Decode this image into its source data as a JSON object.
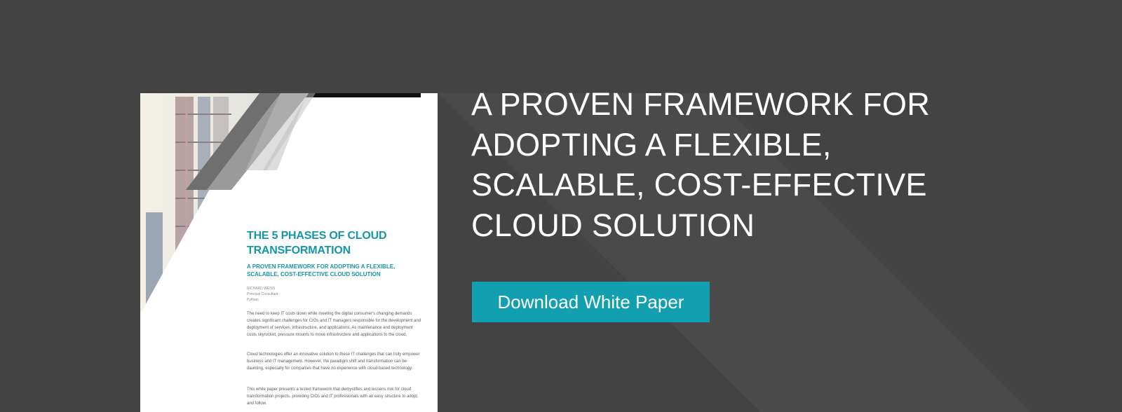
{
  "headline": "A PROVEN FRAMEWORK FOR ADOPTING A FLEXIBLE, SCALABLE, COST-EFFECTIVE CLOUD SOLUTION",
  "cta": {
    "label": "Download White Paper"
  },
  "document": {
    "title": "THE 5 PHASES OF CLOUD TRANSFORMATION",
    "subtitle": "A PROVEN FRAMEWORK FOR ADOPTING A FLEXIBLE, SCALABLE, COST-EFFECTIVE CLOUD SOLUTION",
    "author": {
      "name": "RICHARD WEISS",
      "role": "Principal Consultant",
      "company": "Pythian"
    },
    "paragraphs": [
      "The need to keep IT costs down while meeting the digital consumer's changing demands creates significant challenges for CIOs and IT managers responsible for the development and deployment of services, infrastructure, and applications. As maintenance and deployment costs skyrocket, pressure mounts to move infrastructure and applications to the cloud.",
      "Cloud technologies offer an innovative solution to these IT challenges that can truly empower business and IT management. However, the paradigm shift and transformation can be daunting, especially for companies that have no experience with cloud-based technology.",
      "This white paper presents a tested framework that demystifies and lessens risk for cloud transformation projects, providing CIOs and IT professionals with an easy structure to adopt and follow."
    ]
  },
  "colors": {
    "background": "#434343",
    "accent": "#12a0b1",
    "doc_title": "#1596a8"
  }
}
